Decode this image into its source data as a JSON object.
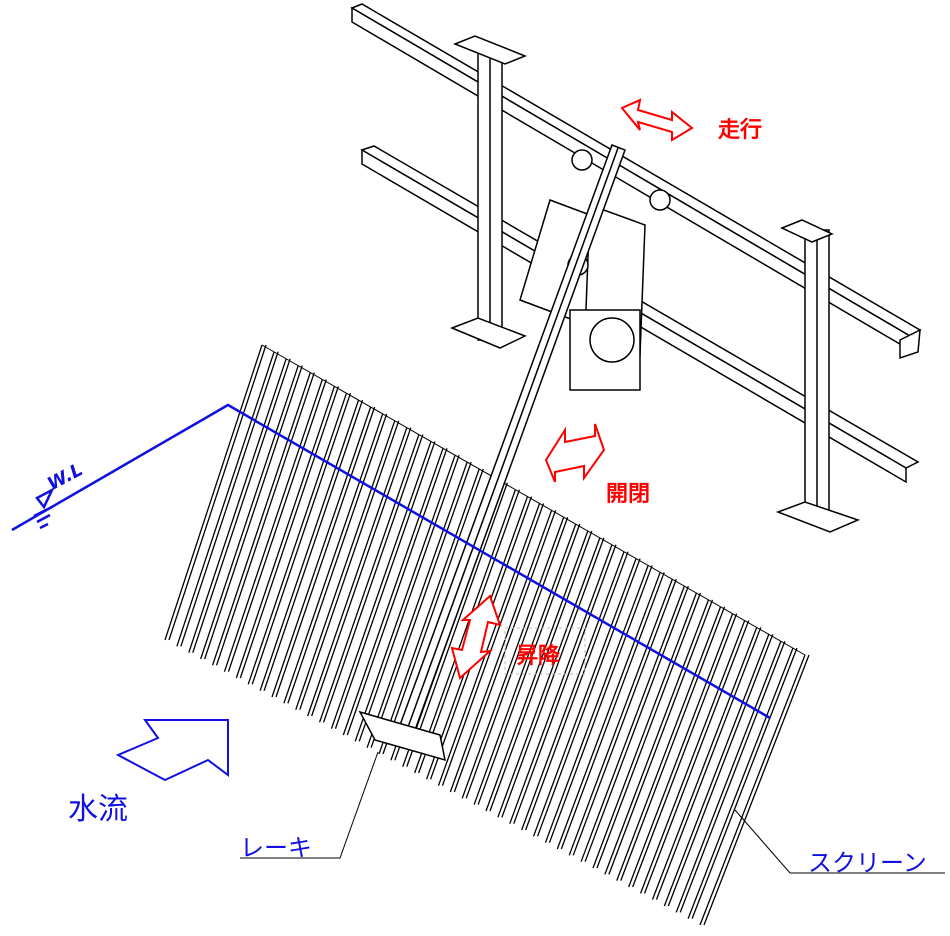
{
  "labels": {
    "travel": "走行",
    "open_close": "開閉",
    "lift": "昇降",
    "water_flow": "水流",
    "rake": "レーキ",
    "screen": "スクリーン",
    "water_level": "W.L"
  },
  "colors": {
    "motion_arrow": "#ff0000",
    "annotation": "#1010e0",
    "drawing": "#000000"
  },
  "screen_bar_count": 46
}
